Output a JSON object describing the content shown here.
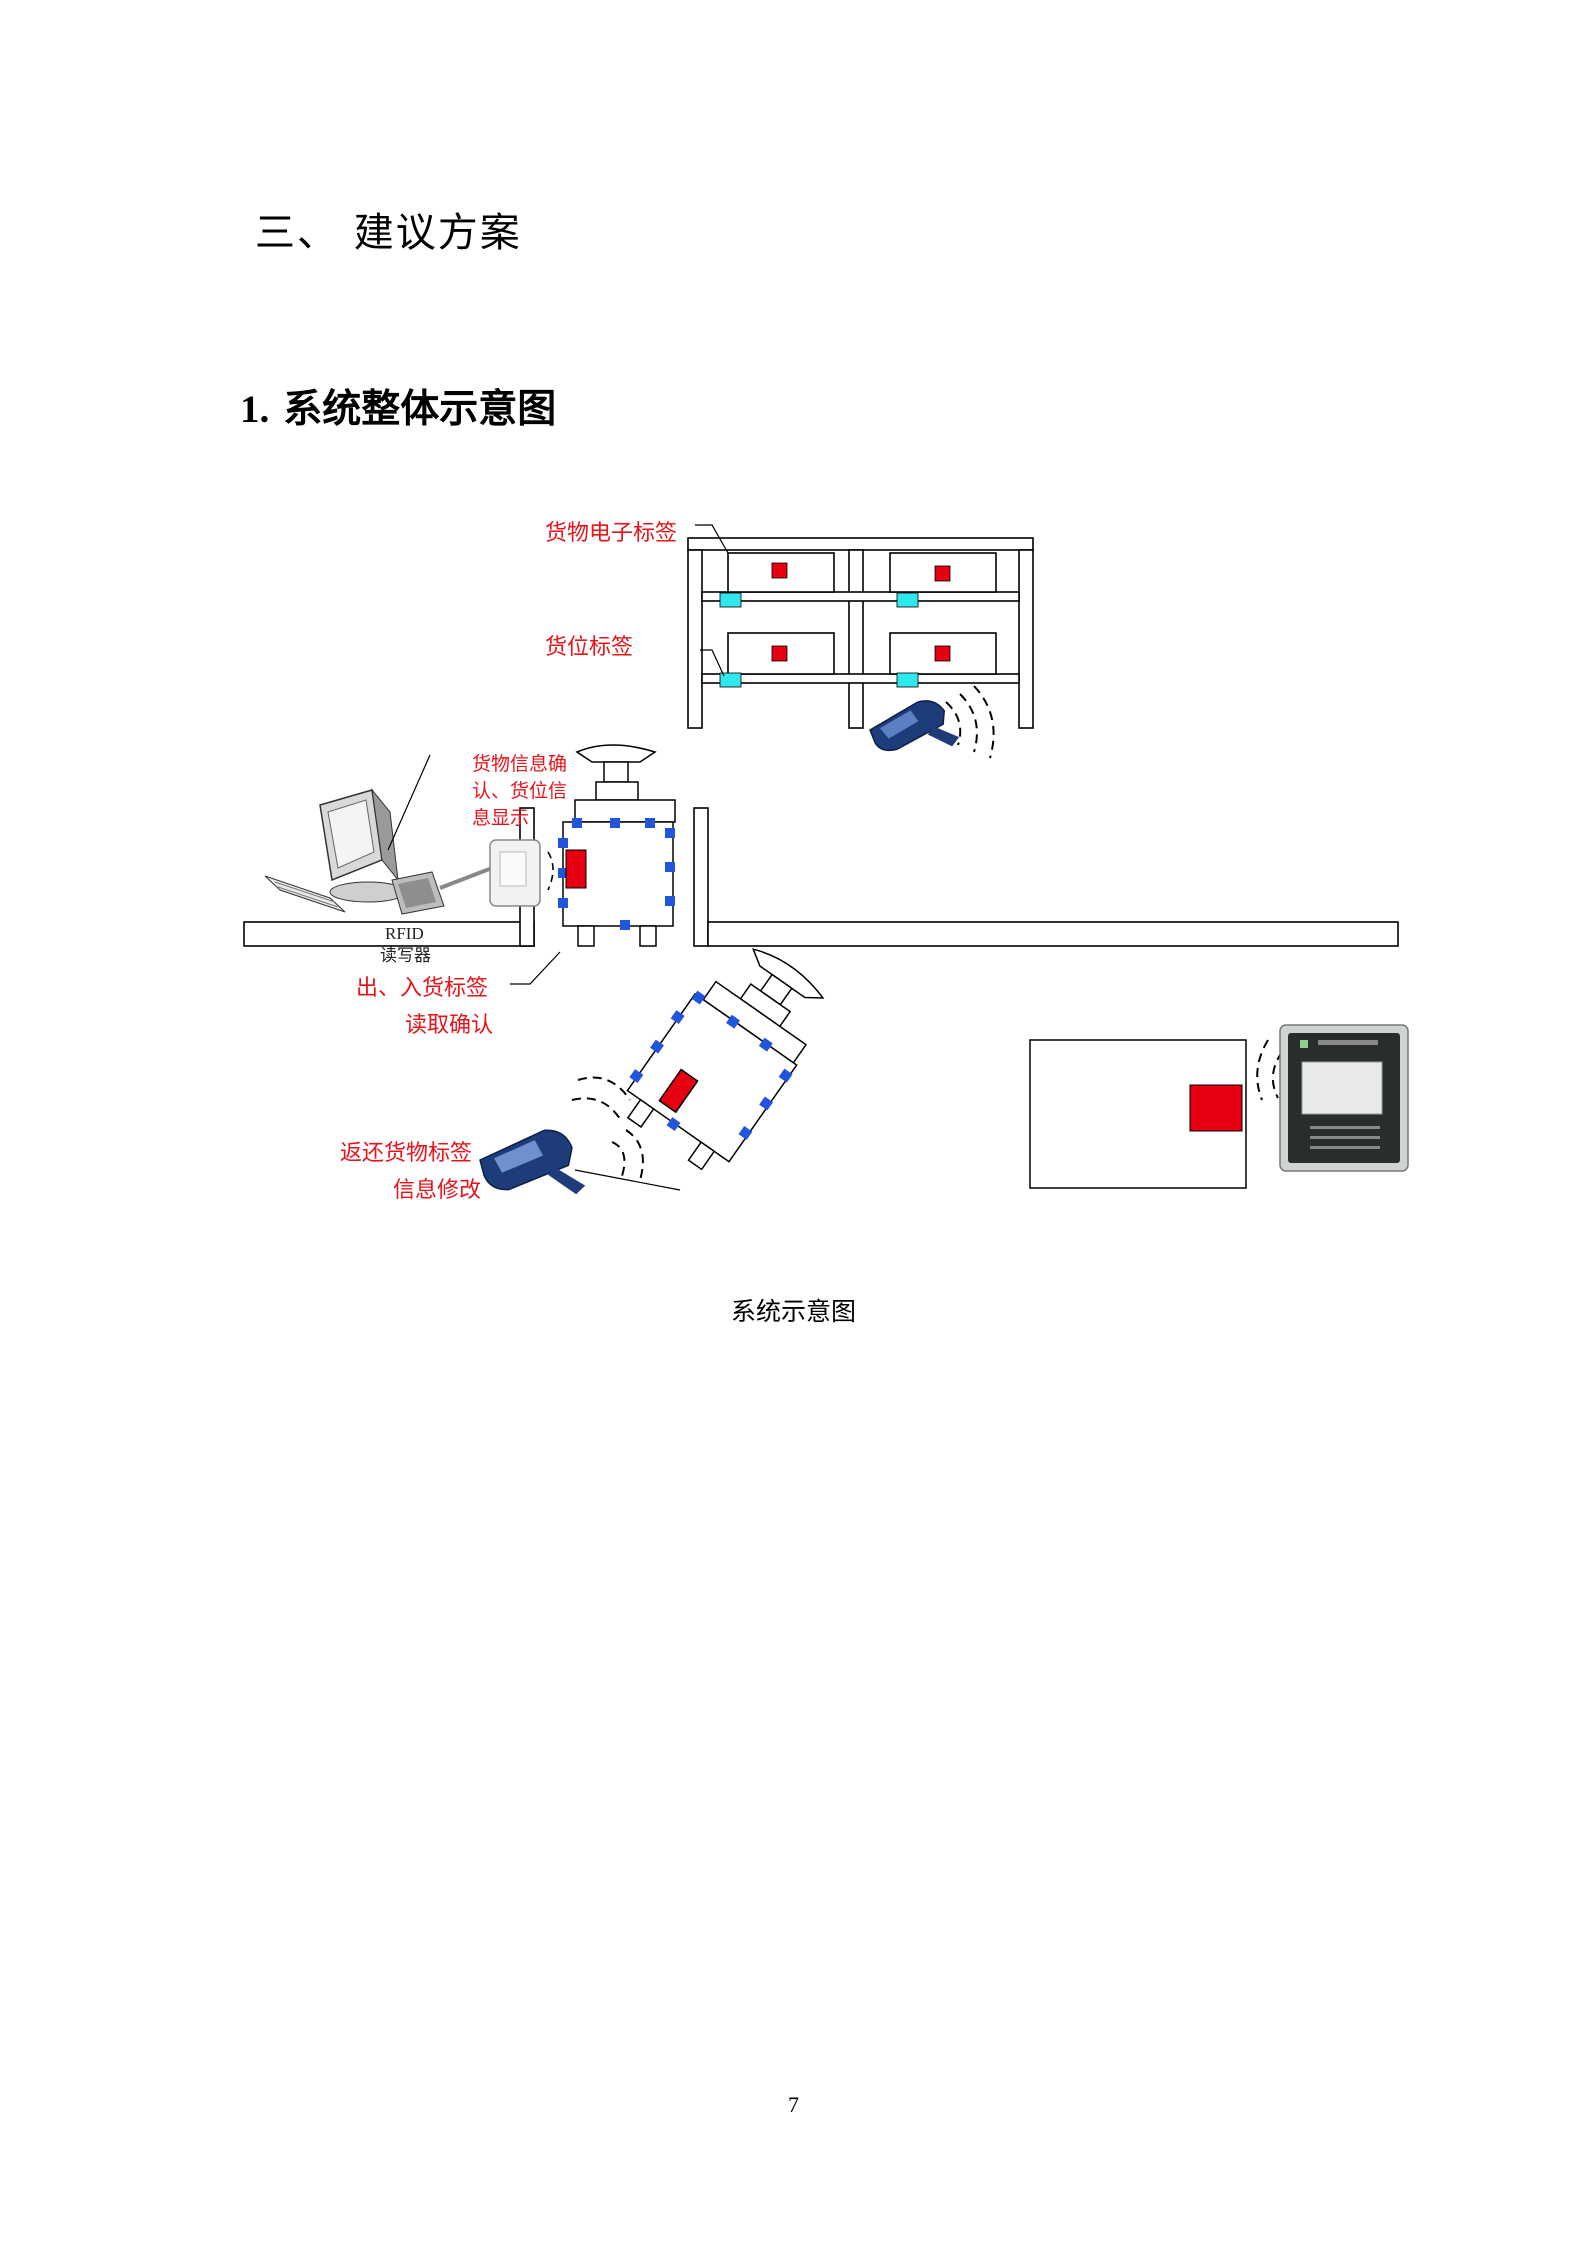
{
  "section_heading": "三、 建议方案",
  "subsection": {
    "number": "1.",
    "title": "系统整体示意图"
  },
  "diagram": {
    "labels": {
      "goods_tag": "货物电子标签",
      "slot_tag": "货位标签",
      "confirm_line1": "货物信息确",
      "confirm_line2": "认、货位信",
      "confirm_line3": "息显示",
      "reader_line1": "RFID",
      "reader_line2": "读写器",
      "inout_line1": "出、入货标签",
      "inout_line2": "读取确认",
      "return_line1": "返还货物标签",
      "return_line2": "信息修改"
    },
    "colors": {
      "label": "#e8131b",
      "goods_tag": "#e60012",
      "slot_tag": "#2ee8ee",
      "wheel_tag": "#2255dd",
      "handheld": "#1f3c7a"
    }
  },
  "caption": "系统示意图",
  "page_number": "7"
}
